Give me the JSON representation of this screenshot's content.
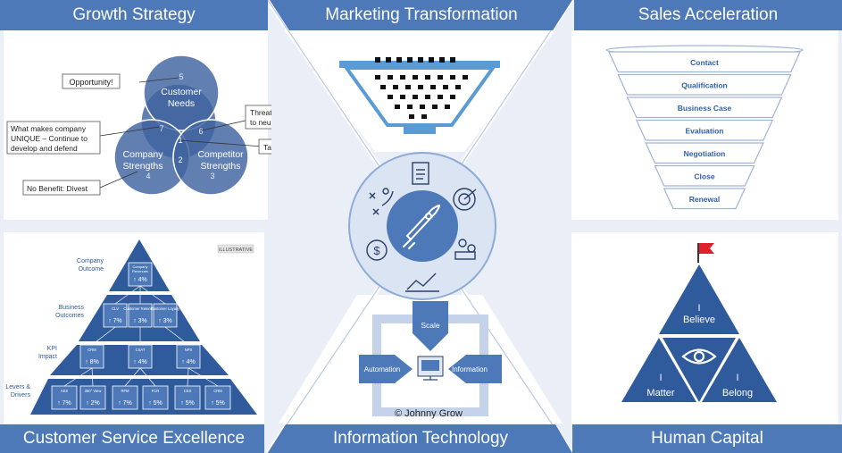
{
  "headers": {
    "growth": "Growth Strategy",
    "marketing": "Marketing Transformation",
    "sales": "Sales Acceleration",
    "service": "Customer Service Excellence",
    "it": "Information Technology",
    "human": "Human Capital"
  },
  "growth": {
    "circle_top_num": "5",
    "circle_top_l1": "Customer",
    "circle_top_l2": "Needs",
    "circle_left_l1": "Company",
    "circle_left_l2": "Strengths",
    "circle_left_num": "4",
    "circle_right_l1": "Competitor",
    "circle_right_l2": "Strengths",
    "circle_right_num": "3",
    "n7": "7",
    "n6": "6",
    "n1": "1",
    "n2": "2",
    "callout_opportunity": "Opportunity!",
    "callout_unique_l1": "What makes company",
    "callout_unique_l2": "UNIQUE – Continue to",
    "callout_unique_l3": "develop and defend",
    "callout_threats_l1": "Threats: Work",
    "callout_threats_l2": "to neutralize",
    "callout_stakes": "Table stakes",
    "callout_divest": "No Benefit: Divest"
  },
  "sales": {
    "stages": [
      "Contact",
      "Qualification",
      "Business Case",
      "Evaluation",
      "Negotiation",
      "Close",
      "Renewal"
    ]
  },
  "service": {
    "illustrative": "ILLUSTRATIVE",
    "label_company_l1": "Company",
    "label_company_l2": "Outcome",
    "label_business_l1": "Business",
    "label_business_l2": "Outcomes",
    "label_kpi_l1": "KPI",
    "label_kpi_l2": "Impact",
    "label_levers_l1": "Levers &",
    "label_levers_l2": "Drivers",
    "top_l1": "Company",
    "top_l2": "Revenues",
    "top_val": "↑ 4%",
    "business": [
      {
        "name": "CLV",
        "value": "↑ 7%"
      },
      {
        "name": "Customer Retention",
        "value": "↑ 3%"
      },
      {
        "name": "Customer Loyalty",
        "value": "↑ 3%"
      }
    ],
    "kpi": [
      {
        "name": "CRM",
        "value": "↑ 8%"
      },
      {
        "name": "CSAT",
        "value": "↑ 4%"
      },
      {
        "name": "NPS",
        "value": "↑ 4%"
      }
    ],
    "levers": [
      {
        "name": "AES",
        "value": "↑ 7%"
      },
      {
        "name": "360° View",
        "value": "↑ 2%"
      },
      {
        "name": "RFM",
        "value": "↑ 7%"
      },
      {
        "name": "FCR",
        "value": "↑ 5%"
      },
      {
        "name": "CES",
        "value": "↑ 5%"
      },
      {
        "name": "CRM",
        "value": "↑ 5%"
      }
    ]
  },
  "it": {
    "scale": "Scale",
    "automation": "Automation",
    "information": "Information",
    "credit": "© Johnny Grow"
  },
  "human": {
    "believe_l1": "I",
    "believe_l2": "Believe",
    "matter_l1": "I",
    "matter_l2": "Matter",
    "belong_l1": "I",
    "belong_l2": "Belong"
  },
  "colors": {
    "header_blue": "#4d79b8",
    "bg_blue": "#e9eef7",
    "grey_panel": "#f2f2f2",
    "circle_blue": "#4c6ea6",
    "pyramid_blue": "#2f5a9c",
    "funnel_text": "#2e5fa8",
    "flag_red": "#e0202a"
  }
}
